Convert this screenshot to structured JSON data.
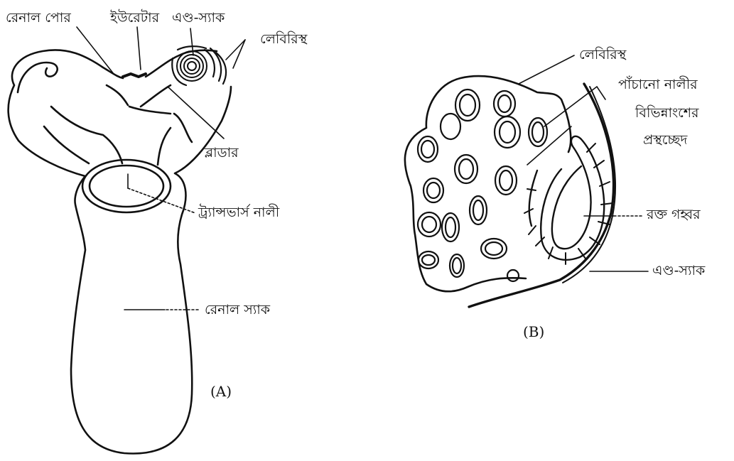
{
  "figure_a": {
    "caption": "(A)",
    "labels": {
      "renal_pore": "রেনাল পোর",
      "ureter": "ইউরেটার",
      "end_sac": "এণ্ড-স্যাক",
      "labyrinth": "লেবিরিস্থ",
      "bladder": "ব্লাডার",
      "transverse_duct": "ট্র্যান্সভার্স নালী",
      "renal_sac": "রেনাল স্যাক"
    }
  },
  "figure_b": {
    "caption": "(B)",
    "labels": {
      "labyrinth": "লেবিরিস্থ",
      "coiled_duct_line1": "পাঁচানো নালীর",
      "coiled_duct_line2": "বিভিন্নাংশের",
      "coiled_duct_line3": "প্রস্থচ্ছেদ",
      "blood_sinus": "রক্ত গহ্বর",
      "end_sac": "এণ্ড-স্যাক"
    }
  }
}
